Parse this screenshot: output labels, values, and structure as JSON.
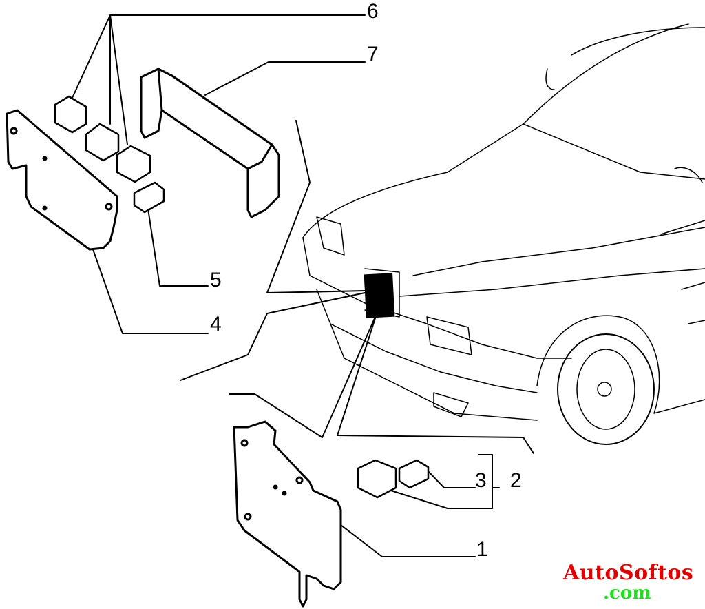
{
  "diagram": {
    "callouts": {
      "c1": "1",
      "c2": "2",
      "c3": "3",
      "c4": "4",
      "c5": "5",
      "c6": "6",
      "c7": "7"
    },
    "parts": [
      "mounting-plate-front",
      "relay-pair",
      "fuse-connector",
      "mounting-plate-rear",
      "mini-fuse",
      "relays",
      "cover"
    ]
  },
  "watermark": {
    "line1": "AutoSoftos",
    "line2": ".com",
    "color1": "#e00000",
    "color2": "#22dd22"
  }
}
